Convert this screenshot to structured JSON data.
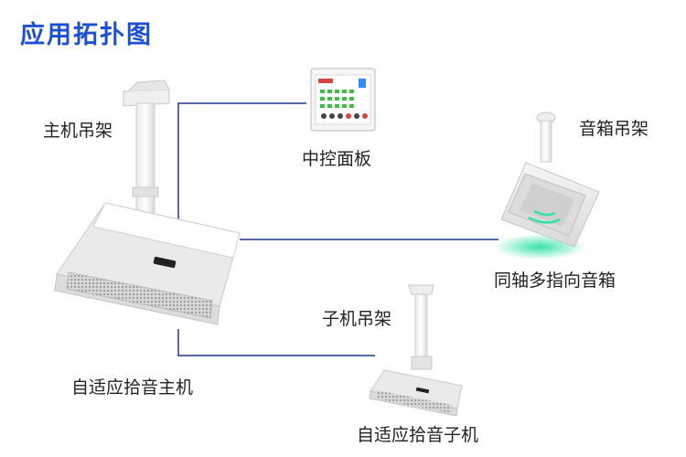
{
  "title": "应用拓扑图",
  "labels": {
    "main_bracket": "主机吊架",
    "control_panel": "中控面板",
    "speaker_bracket": "音箱吊架",
    "speaker": "同轴多指向音箱",
    "sub_bracket": "子机吊架",
    "main_unit": "自适应拾音主机",
    "sub_unit": "自适应拾音子机"
  },
  "colors": {
    "title": "#1a4fd6",
    "connector": "#1f3a8c",
    "device_body": "#f2f2f2",
    "device_outline": "#c9c9c9",
    "speaker_glow": "#2fe0a8",
    "panel_buttons": "#3fbf3f",
    "panel_screen_accent": "#2a8cff"
  },
  "icons": {
    "main_unit": "ceiling-array-microphone",
    "sub_unit": "ceiling-array-microphone-small",
    "speaker": "coaxial-speaker",
    "control_panel": "touch-control-panel",
    "brackets": "ceiling-mount-bracket"
  }
}
